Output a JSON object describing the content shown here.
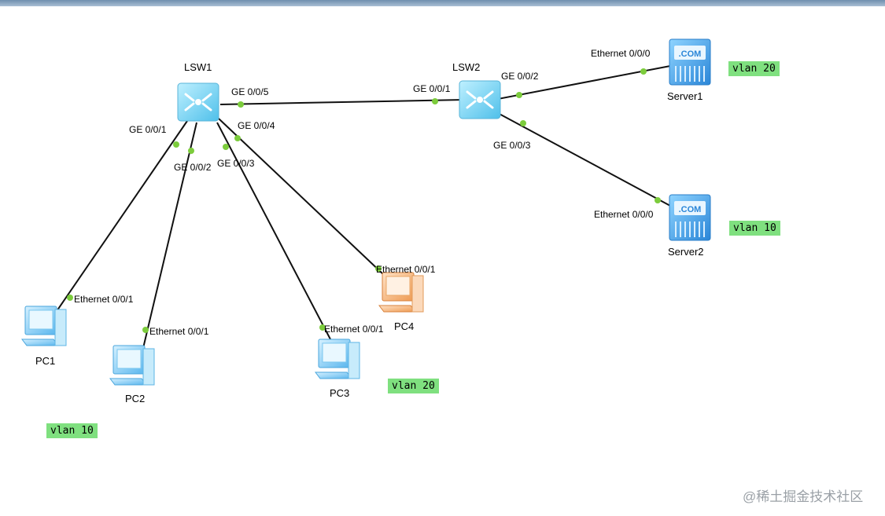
{
  "devices": {
    "lsw1": "LSW1",
    "lsw2": "LSW2",
    "server1": "Server1",
    "server2": "Server2",
    "pc1": "PC1",
    "pc2": "PC2",
    "pc3": "PC3",
    "pc4": "PC4"
  },
  "server_badge": ".COM",
  "ports": {
    "lsw1_ge005": "GE 0/0/5",
    "lsw2_ge001": "GE 0/0/1",
    "lsw2_ge002": "GE 0/0/2",
    "lsw2_ge003": "GE 0/0/3",
    "lsw1_ge001": "GE 0/0/1",
    "lsw1_ge002": "GE 0/0/2",
    "lsw1_ge003": "GE 0/0/3",
    "lsw1_ge004": "GE 0/0/4",
    "server1_eth": "Ethernet 0/0/0",
    "server2_eth": "Ethernet 0/0/0",
    "pc1_eth": "Ethernet 0/0/1",
    "pc2_eth": "Ethernet 0/0/1",
    "pc3_eth": "Ethernet 0/0/1",
    "pc4_eth": "Ethernet 0/0/1"
  },
  "vlans": {
    "server1": "vlan 20",
    "server2": "vlan 10",
    "pc3": "vlan 20",
    "pc1": "vlan 10"
  },
  "watermark": "@稀土掘金技术社区",
  "colors": {
    "link": "#111111",
    "port_dot": "#7ccc3c",
    "vlan_bg": "#7fe07f",
    "switch": "#5cc9ee",
    "server": "#3aa0e6",
    "pc": "#5ab8f0",
    "pc_alt": "#f0a060"
  }
}
